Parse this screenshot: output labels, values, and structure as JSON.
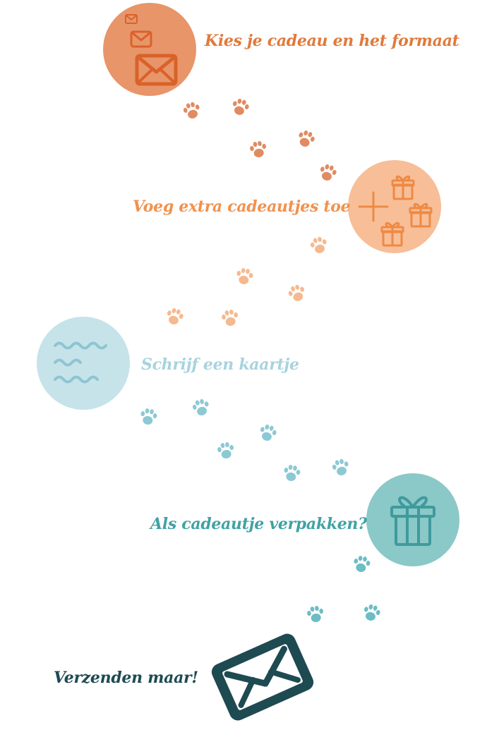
{
  "colors": {
    "step1": "#E07A3C",
    "step1_circle": "#E8956A",
    "step1_icon": "#D9622A",
    "step2": "#F0924F",
    "step2_circle": "#F7BE98",
    "step2_icon": "#EE8A44",
    "paws_transition": "#F6B98F",
    "step3": "#A8D3DE",
    "step3_circle": "#C6E3EA",
    "step3_icon": "#8FC4D2",
    "step4": "#41A2A4",
    "step4_circle": "#8BC8C8",
    "step4_icon": "#3F9A9C",
    "step5": "#1E4A52",
    "paws_teal": "#6CBDC4"
  },
  "steps": [
    {
      "label": "Kies je cadeau en het formaat",
      "icon": "envelope-stack-icon"
    },
    {
      "label": "Voeg extra cadeautjes toe",
      "icon": "plus-gifts-icon"
    },
    {
      "label": "Schrijf een kaartje",
      "icon": "handwriting-icon"
    },
    {
      "label": "Als cadeautje verpakken?",
      "icon": "gift-icon"
    },
    {
      "label": "Verzenden maar!",
      "icon": "envelope-icon"
    }
  ]
}
